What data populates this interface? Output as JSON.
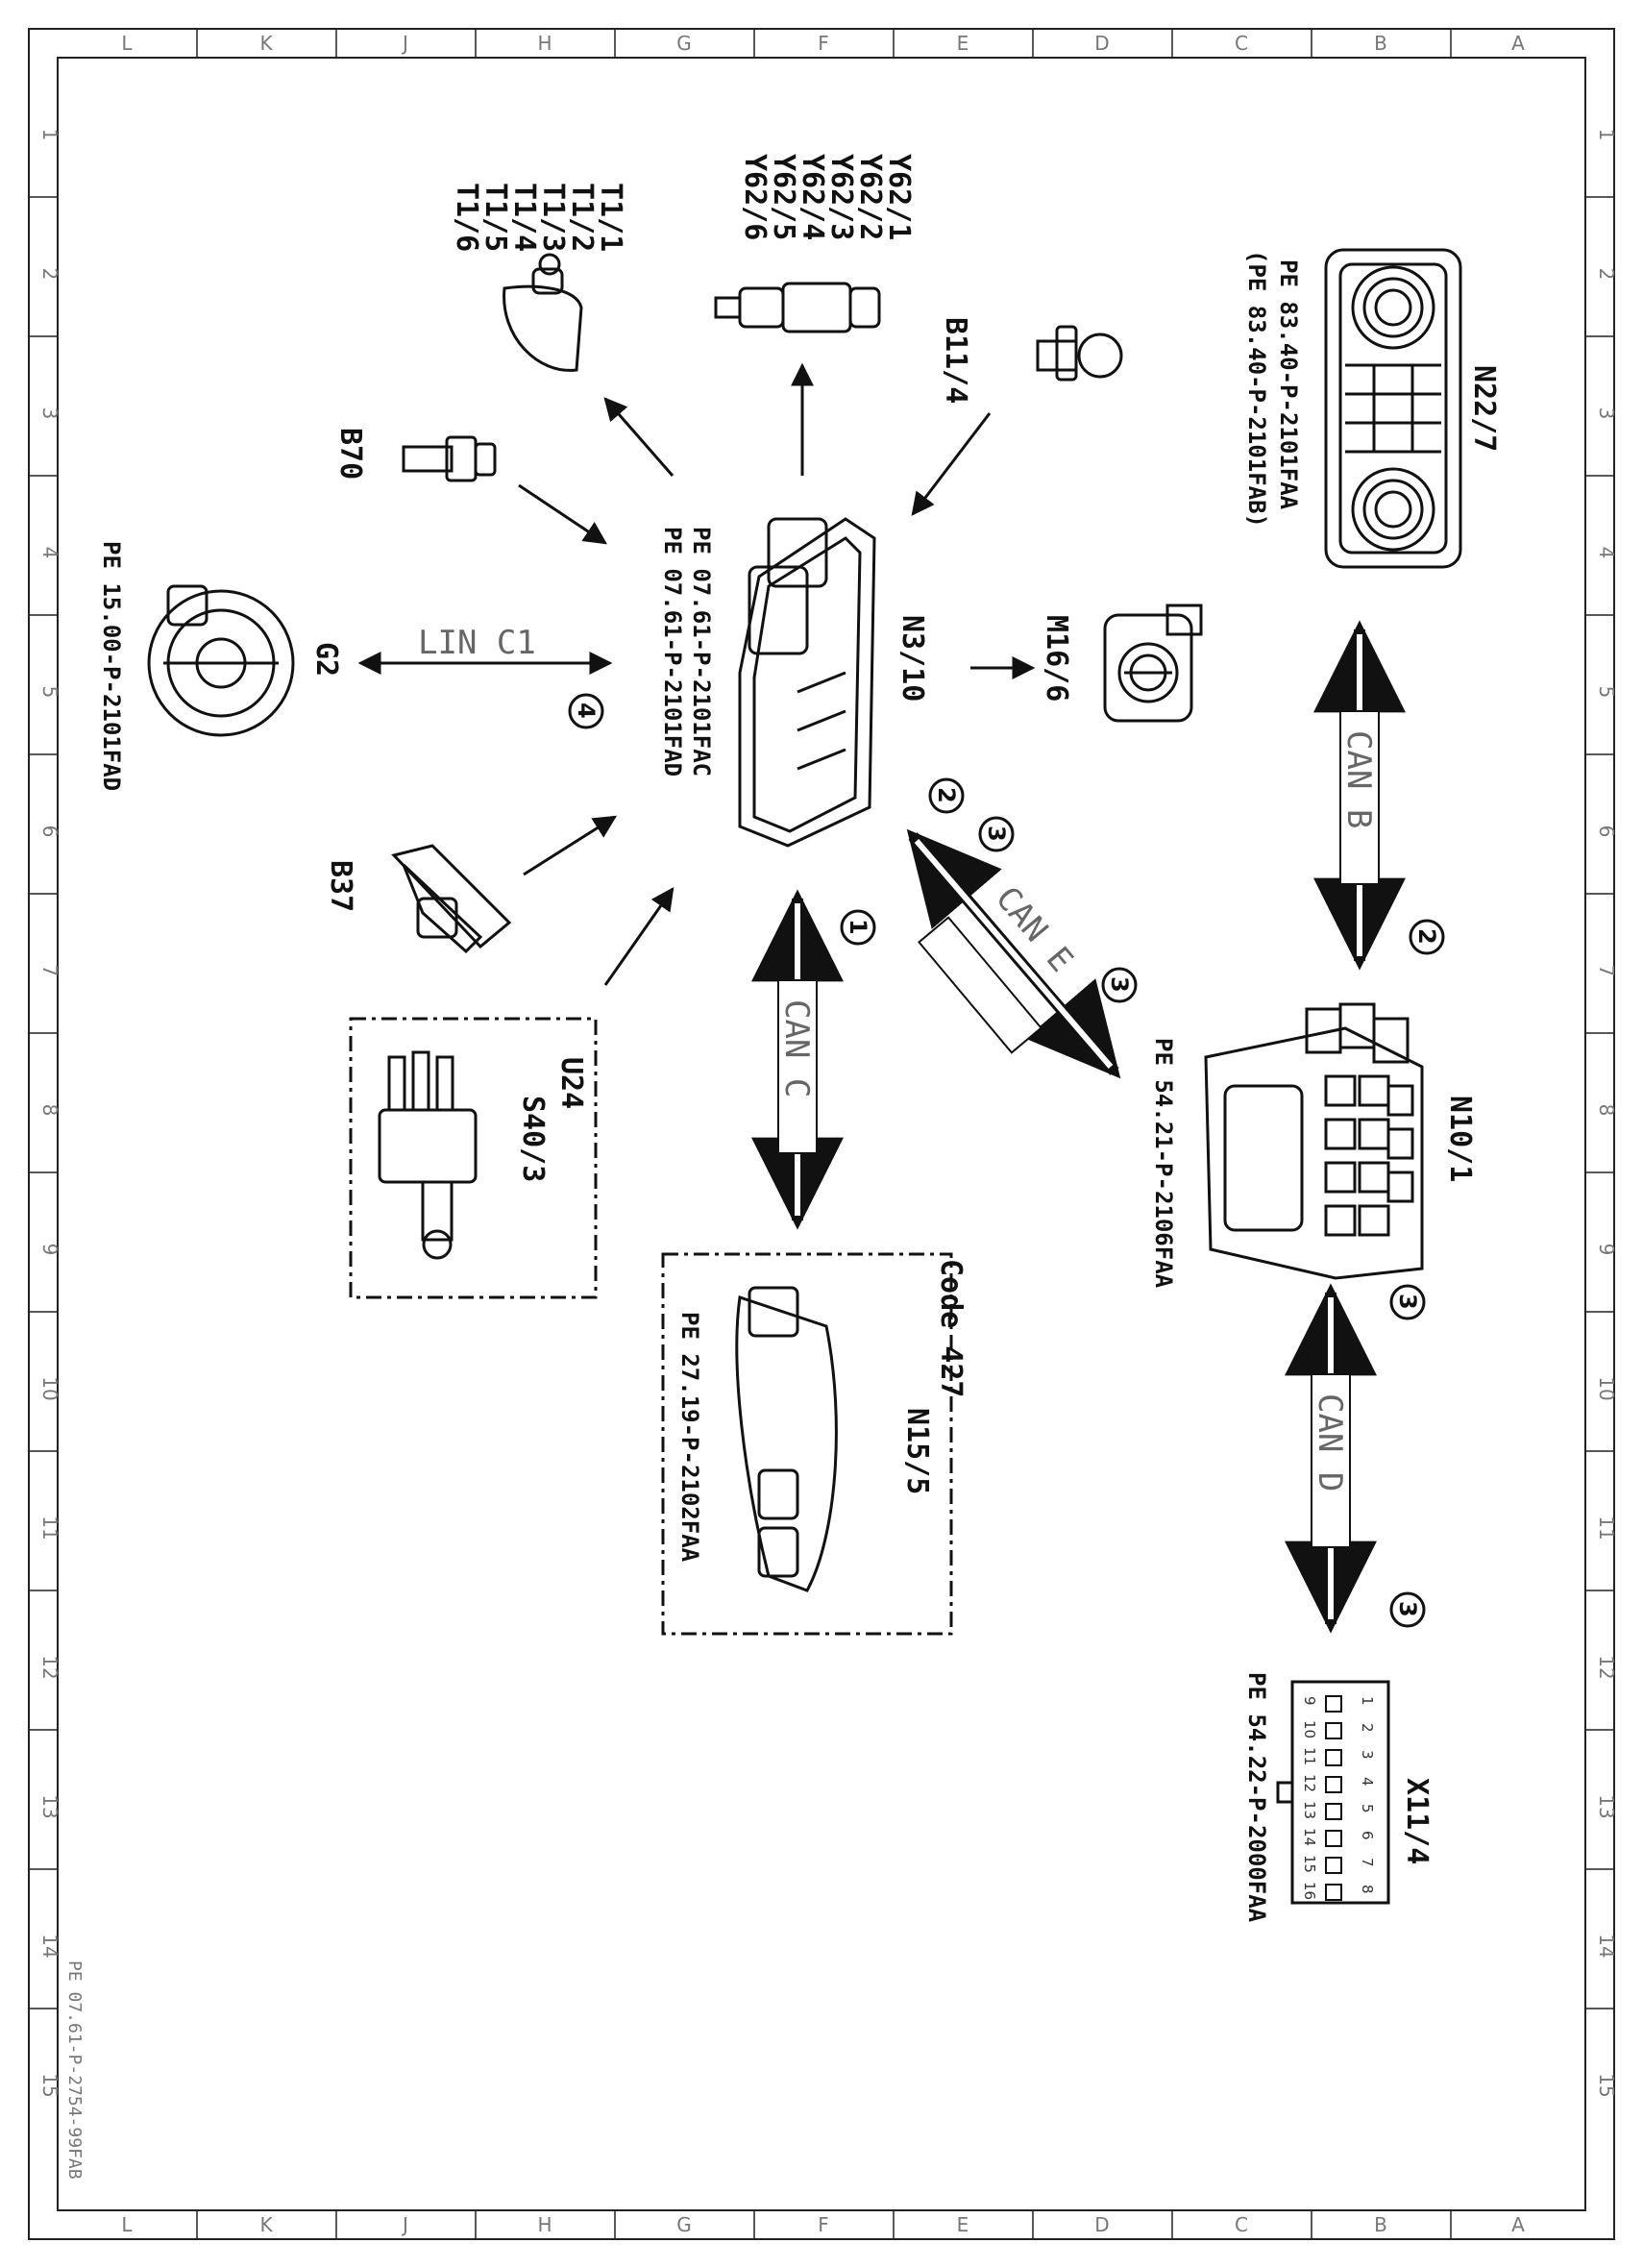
{
  "doc_ref": "PE 07.61-P-2754-99FAB",
  "grid": {
    "columns": [
      "L",
      "K",
      "J",
      "H",
      "G",
      "F",
      "E",
      "D",
      "C",
      "B",
      "A"
    ],
    "rows": [
      "1",
      "2",
      "3",
      "4",
      "5",
      "6",
      "7",
      "8",
      "9",
      "10",
      "11",
      "12",
      "13",
      "14",
      "15"
    ]
  },
  "components": {
    "n22_7": {
      "label": "N22/7",
      "ref1": "PE 83.40-P-2101FAA",
      "ref2": "(PE 83.40-P-2101FAB)"
    },
    "n3_10": {
      "label": "N3/10",
      "ref1": "PE 07.61-P-2101FAC",
      "ref2": "PE 07.61-P-2101FAD"
    },
    "m16_6": {
      "label": "M16/6"
    },
    "b11_4": {
      "label": "B11/4"
    },
    "y62": {
      "lines": [
        "Y62/1",
        "Y62/2",
        "Y62/3",
        "Y62/4",
        "Y62/5",
        "Y62/6"
      ]
    },
    "t1": {
      "lines": [
        "T1/1",
        "T1/2",
        "T1/3",
        "T1/4",
        "T1/5",
        "T1/6"
      ]
    },
    "b70": {
      "label": "B70"
    },
    "g2": {
      "label": "G2",
      "ref": "PE 15.00-P-2101FAD"
    },
    "b37": {
      "label": "B37"
    },
    "u24": {
      "label": "U24",
      "inner": "S40/3"
    },
    "n15_5": {
      "code": "Code 427",
      "label": "N15/5",
      "ref": "PE 27.19-P-2102FAA"
    },
    "n10_1": {
      "label": "N10/1",
      "ref": "PE 54.21-P-2106FAA"
    },
    "x11_4": {
      "label": "X11/4",
      "ref": "PE 54.22-P-2000FAA",
      "pins_top": [
        "1",
        "2",
        "3",
        "4",
        "5",
        "6",
        "7",
        "8"
      ],
      "pins_bottom": [
        "9",
        "10",
        "11",
        "12",
        "13",
        "14",
        "15",
        "16"
      ]
    }
  },
  "buses": {
    "can_b": "CAN B",
    "can_c": "CAN C",
    "can_d": "CAN D",
    "can_e": "CAN E",
    "lin_c1": "LIN C1"
  },
  "markers": {
    "can_b": "2",
    "can_c": "1",
    "can_d_top": "3",
    "can_d_bottom": "3",
    "can_e_2": "2",
    "can_e_3a": "3",
    "can_e_3b": "3",
    "lin": "4"
  }
}
